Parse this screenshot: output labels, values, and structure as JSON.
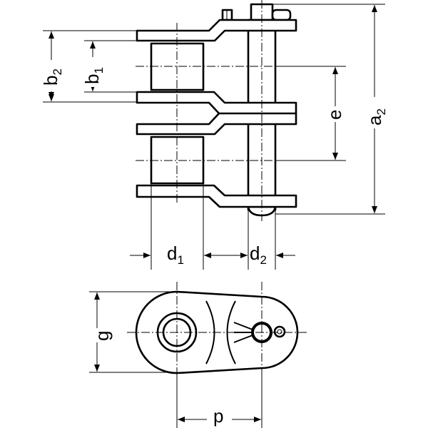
{
  "title": "Duplex roller chain connecting link dimensions",
  "dimensions": {
    "b2": {
      "main": "b",
      "sub": "2"
    },
    "b1": {
      "main": "b",
      "sub": "1"
    },
    "e": {
      "main": "e"
    },
    "a2": {
      "main": "a",
      "sub": "2"
    },
    "d1": {
      "main": "d",
      "sub": "1"
    },
    "d2": {
      "main": "d",
      "sub": "2"
    },
    "g": {
      "main": "g"
    },
    "p": {
      "main": "p"
    }
  },
  "colors": {
    "line": "#000000",
    "background": "#ffffff"
  }
}
